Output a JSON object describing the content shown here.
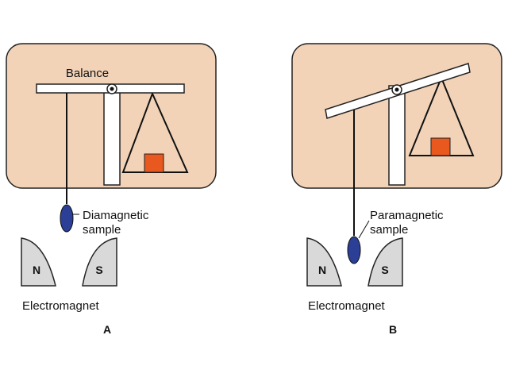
{
  "colors": {
    "housing_fill": "#f2d3b8",
    "housing_stroke": "#222222",
    "sample_fill": "#2b3f97",
    "weight_fill": "#e8581f",
    "pole_fill": "#d9d9d9",
    "beam_fill": "#ffffff"
  },
  "panels": [
    {
      "letter": "A",
      "balance_label": "Balance",
      "sample_label_line1": "Diamagnetic",
      "sample_label_line2": "sample",
      "north_pole": "N",
      "south_pole": "S",
      "magnet_label": "Electromagnet"
    },
    {
      "letter": "B",
      "sample_label_line1": "Paramagnetic",
      "sample_label_line2": "sample",
      "north_pole": "N",
      "south_pole": "S",
      "magnet_label": "Electromagnet"
    }
  ]
}
